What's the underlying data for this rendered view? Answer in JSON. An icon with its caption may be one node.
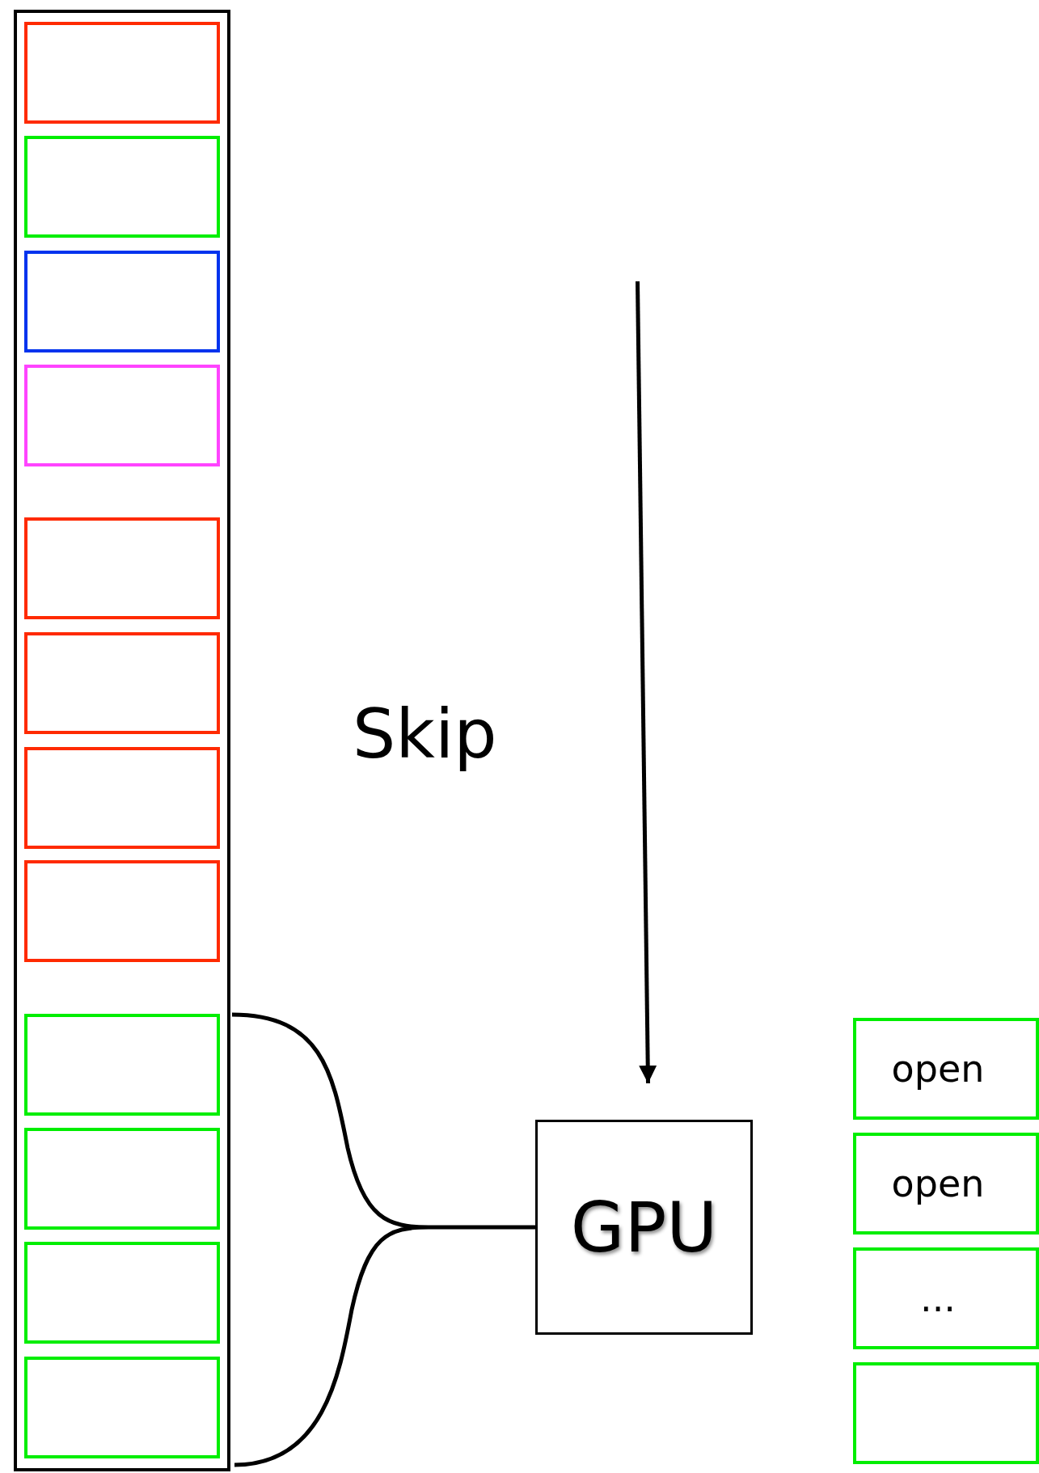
{
  "diagram": {
    "nodes": [
      {
        "text": [],
        "shape": "box"
      },
      {
        "text": [],
        "shape": "box",
        "in": 0
      },
      {
        "text": [],
        "shape": "box",
        "in": 0
      },
      {
        "text": [],
        "shape": "box",
        "in": 0
      },
      {
        "text": [],
        "shape": "box",
        "in": 0
      },
      {
        "text": [],
        "shape": "box",
        "in": 0
      },
      {
        "text": [],
        "shape": "box",
        "in": 0
      },
      {
        "text": [],
        "shape": "box",
        "in": 0
      },
      {
        "text": [],
        "shape": "box",
        "in": 0
      },
      {
        "text": [],
        "shape": "box",
        "in": 0
      },
      {
        "text": [],
        "shape": "box",
        "in": 0
      },
      {
        "text": [],
        "shape": "box",
        "in": 0
      },
      {
        "text": [],
        "shape": "box",
        "in": 0
      },
      {
        "text": [
          "GPU"
        ]
      },
      {
        "text": [
          "open"
        ]
      },
      {
        "text": [
          "open"
        ]
      },
      {
        "text": [
          "..."
        ]
      },
      {
        "text": [],
        "shape": "box"
      }
    ],
    "edges": [
      {
        "from": null,
        "to": 13,
        "arrow": "to"
      },
      {
        "from": 0,
        "to": 13,
        "arrow": "none"
      }
    ],
    "labels": [
      "Skip"
    ]
  }
}
